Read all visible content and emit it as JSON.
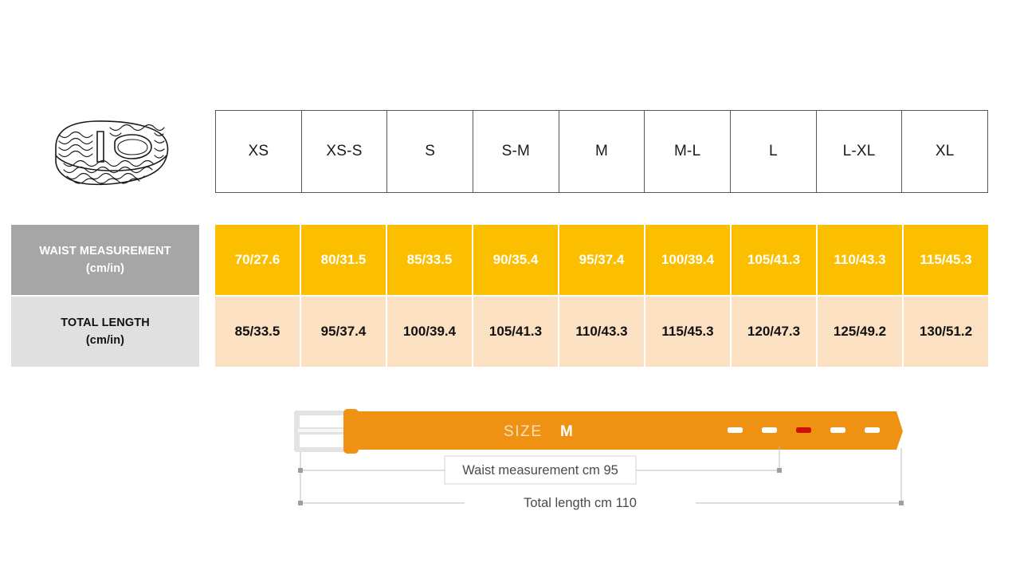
{
  "product": {
    "icon": "braided-belt-icon",
    "alt": "braided belt"
  },
  "table": {
    "sizes": [
      "XS",
      "XS-S",
      "S",
      "S-M",
      "M",
      "M-L",
      "L",
      "L-XL",
      "XL"
    ],
    "rows": [
      {
        "key": "waist",
        "label_main": "WAIST MEASUREMENT",
        "label_sub": "(cm/in)",
        "label_bg": "#a6a6a6",
        "label_color": "#ffffff",
        "cell_bg": "#fbbf00",
        "cell_color": "#ffffff",
        "values": [
          "70/27.6",
          "80/31.5",
          "85/33.5",
          "90/35.4",
          "95/37.4",
          "100/39.4",
          "105/41.3",
          "110/43.3",
          "115/45.3"
        ]
      },
      {
        "key": "length",
        "label_main": "TOTAL LENGTH",
        "label_sub": "(cm/in)",
        "label_bg": "#e0e0e0",
        "label_color": "#111111",
        "cell_bg": "#fce0c2",
        "cell_color": "#111111",
        "values": [
          "85/33.5",
          "95/37.4",
          "100/39.4",
          "105/41.3",
          "110/43.3",
          "115/45.3",
          "120/47.3",
          "125/49.2",
          "130/51.2"
        ]
      }
    ]
  },
  "diagram": {
    "size_word": "SIZE",
    "size_value": "M",
    "waist_label": "Waist measurement cm 95",
    "length_label": "Total length cm 110",
    "belt_color": "#ef9112",
    "belt_color_light": "#f29a1d",
    "buckle_color": "#e3e3e3",
    "active_hole_color": "#cc1100",
    "hole_count": 5,
    "active_hole_index": 3
  }
}
